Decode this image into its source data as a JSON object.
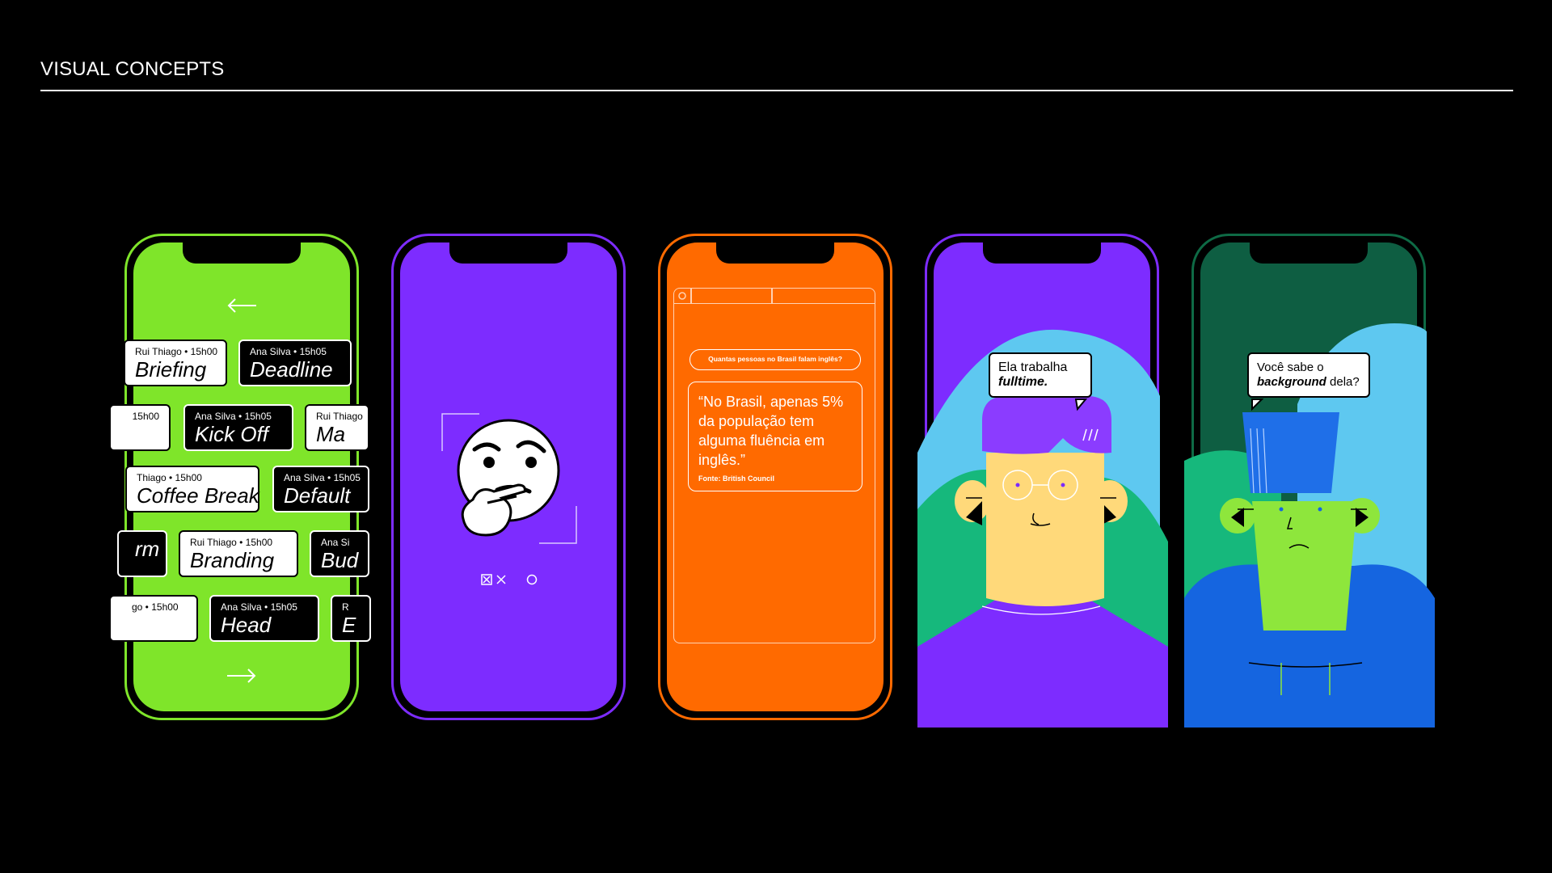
{
  "header": {
    "title": "VISUAL CONCEPTS"
  },
  "colors": {
    "green": "#7fe52a",
    "purple": "#7d2cff",
    "orange": "#ff6a00",
    "dark_green": "#0e5e42",
    "black": "#000000",
    "white": "#ffffff"
  },
  "phone1": {
    "chips": [
      {
        "meta": "Rui Thiago • 15h00",
        "title": "Briefing"
      },
      {
        "meta": "Ana Silva • 15h05",
        "title": "Deadline"
      },
      {
        "meta": "15h00",
        "title": ""
      },
      {
        "meta": "Ana Silva • 15h05",
        "title": "Kick Off"
      },
      {
        "meta": "Rui Thiago",
        "title": "Ma"
      },
      {
        "meta": "Thiago • 15h00",
        "title": "Coffee Break"
      },
      {
        "meta": "Ana Silva • 15h05",
        "title": "Default"
      },
      {
        "meta": "",
        "title": "rm"
      },
      {
        "meta": "Rui Thiago • 15h00",
        "title": "Branding"
      },
      {
        "meta": "Ana Si",
        "title": "Bud"
      },
      {
        "meta": "go • 15h00",
        "title": ""
      },
      {
        "meta": "Ana Silva • 15h05",
        "title": "Head"
      },
      {
        "meta": "R",
        "title": "E"
      }
    ]
  },
  "phone2": {
    "icons": [
      "thinking-face-icon",
      "close-icon",
      "circle-icon"
    ]
  },
  "phone3": {
    "question": "Quantas pessoas no Brasil falam inglês?",
    "quote": "“No Brasil, apenas 5% da população tem alguma fluência em inglês.”",
    "source": "Fonte: British Council"
  },
  "phone4": {
    "bubble_line1": "Ela trabalha",
    "bubble_line2": "fulltime."
  },
  "phone5": {
    "bubble_line1": "Você sabe o",
    "bubble_line2_em": "background",
    "bubble_line2_rest": " dela?"
  }
}
